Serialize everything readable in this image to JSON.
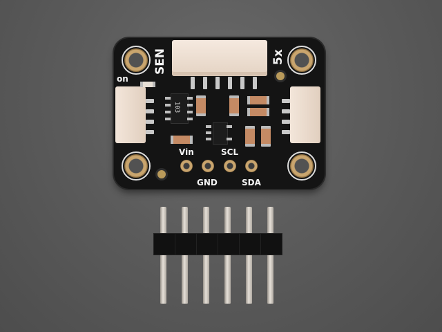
{
  "image": {
    "description": "Product photo of a small black breakout PCB with three white JST connectors and a separate 6-pin male header strip on a dark gray textured background",
    "background_color": "#5a5a5a",
    "pcb_color": "#141414"
  },
  "pcb": {
    "silkscreen": {
      "sen": "SEN",
      "five_x": "5x",
      "on": "on",
      "vin": "Vin",
      "gnd": "GND",
      "scl": "SCL",
      "sda": "SDA",
      "resistor_code": "103"
    },
    "mounting_holes": 4,
    "breakout_pads": 4,
    "connectors": [
      "top 6-pin JST",
      "left 4-pin JST",
      "right 4-pin JST"
    ]
  },
  "header_strip": {
    "pin_count": 6
  }
}
